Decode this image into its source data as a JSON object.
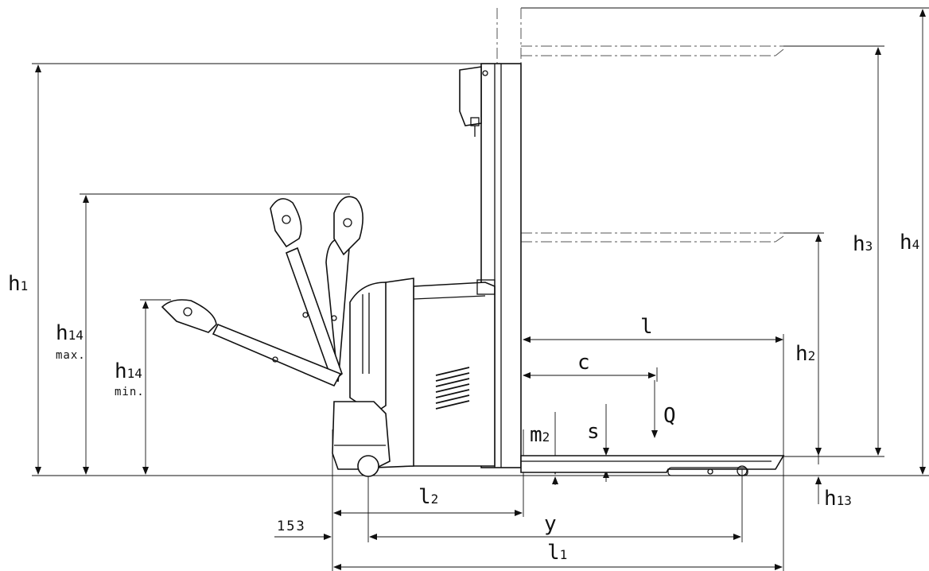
{
  "labels": {
    "h1": {
      "main": "h",
      "sub": "1"
    },
    "h14_max": {
      "main": "h",
      "sub": "14",
      "note": "max."
    },
    "h14_min": {
      "main": "h",
      "sub": "14",
      "note": "min."
    },
    "h3": {
      "main": "h",
      "sub": "3"
    },
    "h4": {
      "main": "h",
      "sub": "4"
    },
    "h2": {
      "main": "h",
      "sub": "2"
    },
    "h13": {
      "main": "h",
      "sub": "13"
    },
    "l": {
      "main": "l"
    },
    "c": {
      "main": "c"
    },
    "q": {
      "main": "Q"
    },
    "s": {
      "main": "s"
    },
    "m2": {
      "main": "m",
      "sub": "2"
    },
    "l2": {
      "main": "l",
      "sub": "2"
    },
    "y": {
      "main": "y"
    },
    "l1": {
      "main": "l",
      "sub": "1"
    },
    "offset": {
      "main": "153"
    }
  }
}
